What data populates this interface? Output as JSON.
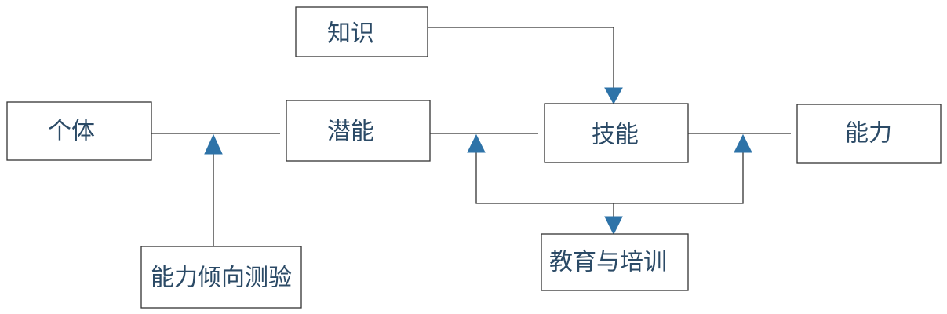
{
  "nodes": {
    "individual": "个体",
    "knowledge": "知识",
    "potential": "潜能",
    "skill": "技能",
    "ability": "能力",
    "aptitude_test": "能力倾向测验",
    "education_training": "教育与培训"
  },
  "colors": {
    "arrow": "#2E73A8",
    "text": "#2b4a66",
    "border": "#333333"
  }
}
